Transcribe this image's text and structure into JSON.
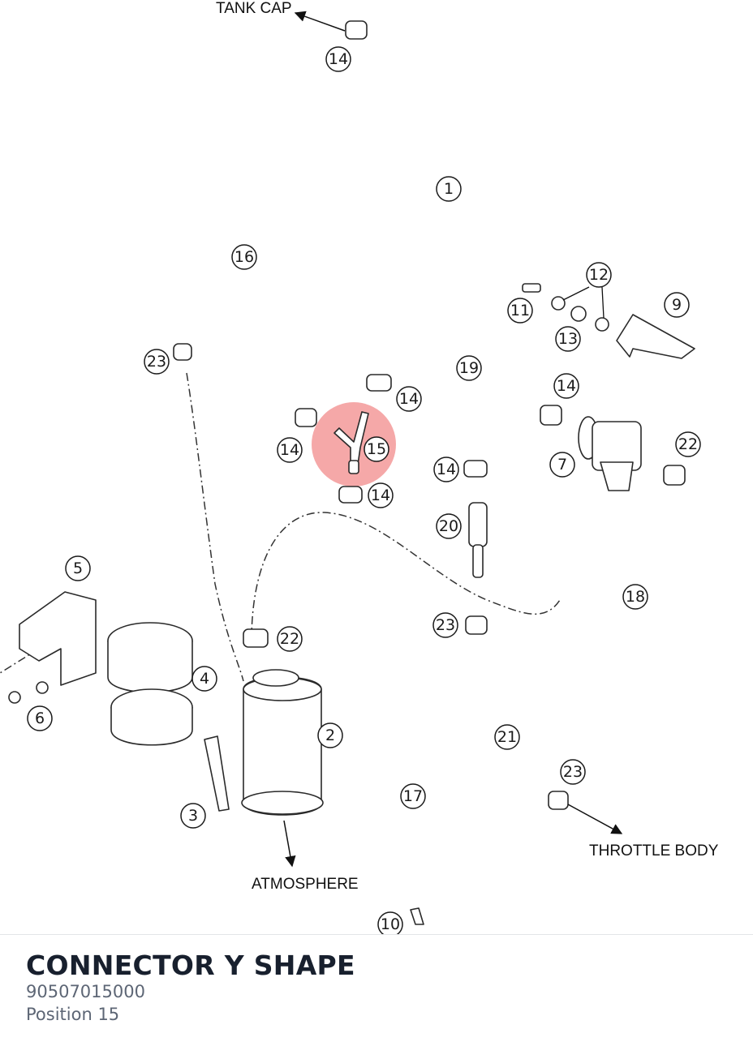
{
  "part": {
    "title": "CONNECTOR Y SHAPE",
    "number": "90507015000",
    "position": "Position 15"
  },
  "highlight": {
    "callout": "15",
    "color": "#f28b8b"
  },
  "labels": {
    "tank_cap": "TANK CAP",
    "atmosphere": "ATMOSPHERE",
    "throttle_body": "THROTTLE BODY"
  },
  "callouts": [
    "14",
    "1",
    "16",
    "23",
    "14",
    "15",
    "14",
    "14",
    "5",
    "4",
    "6",
    "3",
    "2",
    "22",
    "17",
    "10",
    "12",
    "11",
    "13",
    "9",
    "19",
    "14",
    "7",
    "22",
    "14",
    "20",
    "18",
    "23",
    "21",
    "23"
  ]
}
